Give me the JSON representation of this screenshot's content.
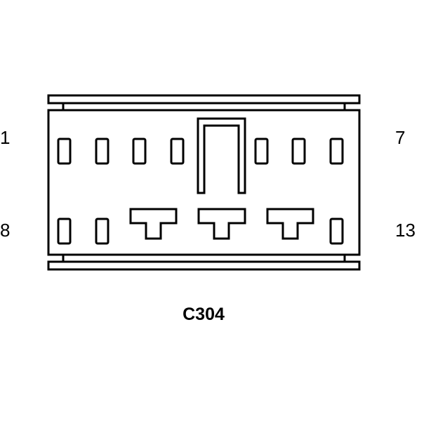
{
  "connector": {
    "id": "C304",
    "pin_labels": {
      "top_left": "1",
      "top_right": "7",
      "bottom_left": "8",
      "bottom_right": "13"
    }
  },
  "colors": {
    "stroke": "#000000",
    "background": "#ffffff"
  }
}
